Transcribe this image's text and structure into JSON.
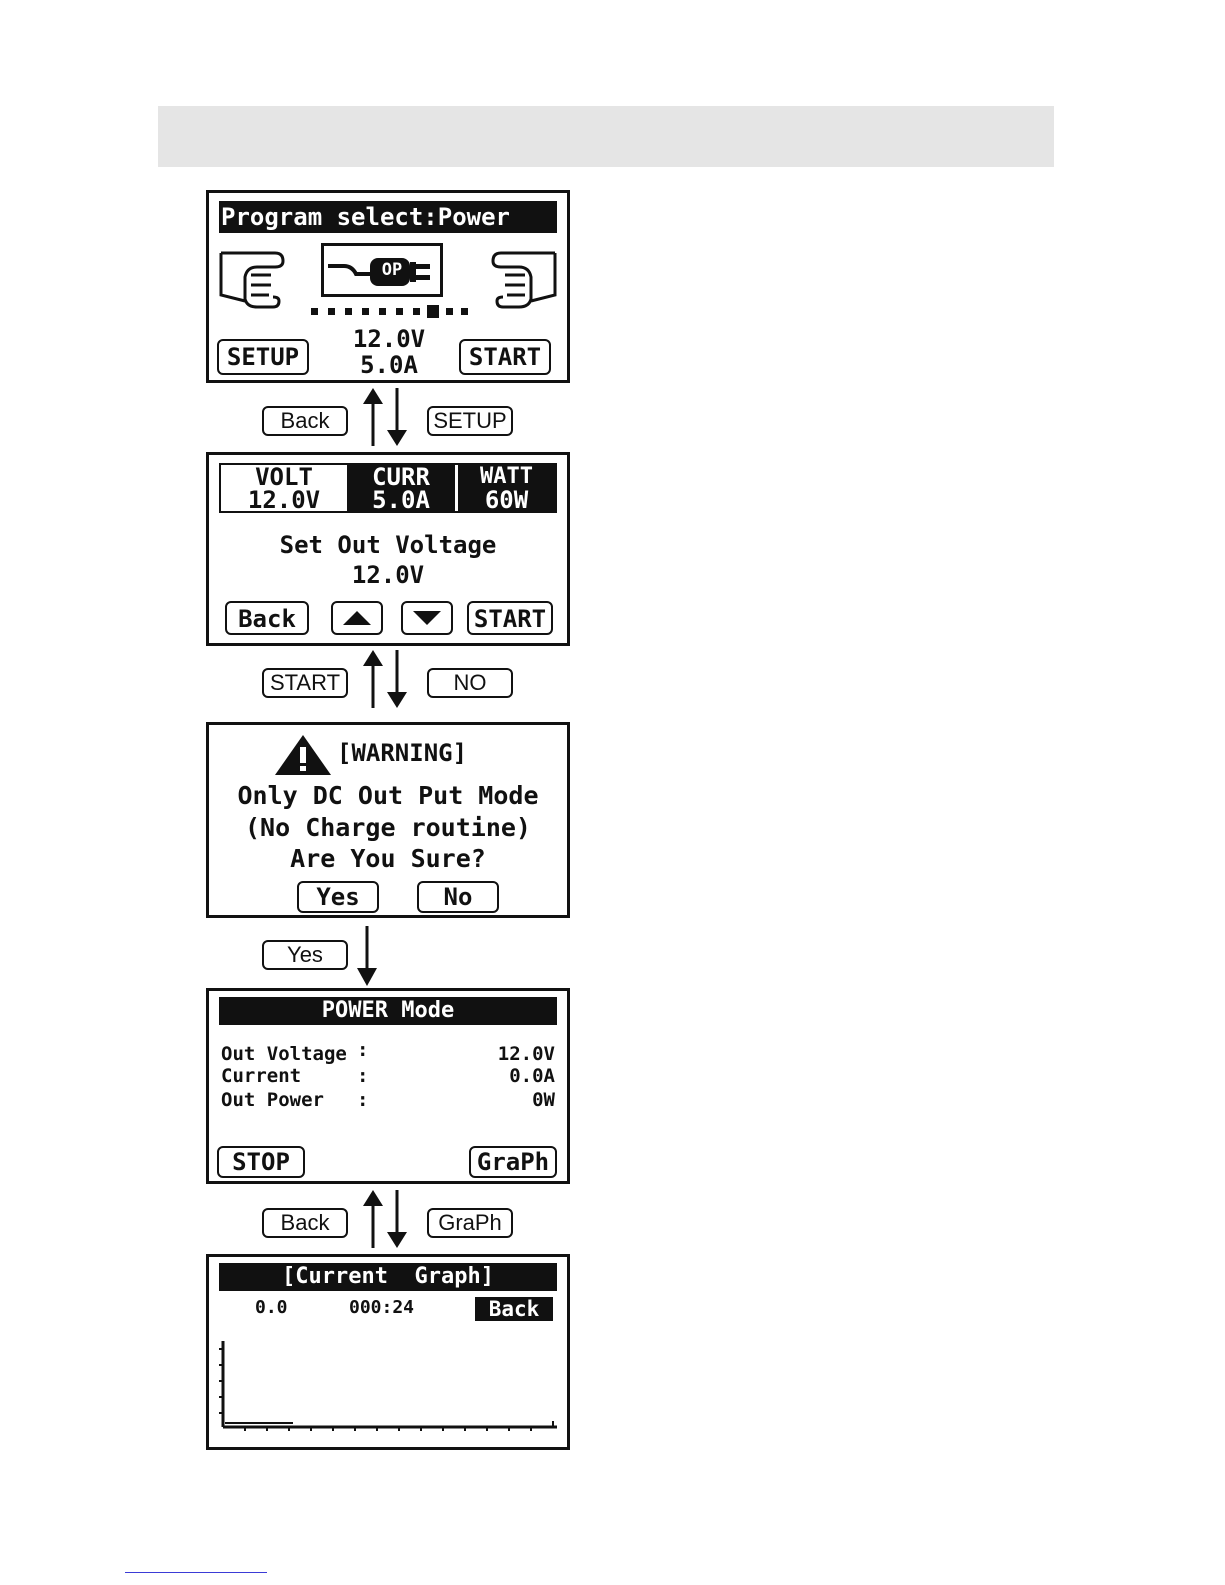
{
  "screen1": {
    "title": "Program select:Power",
    "plug_icon_label": "OP",
    "setup_btn": "SETUP",
    "start_btn": "START",
    "voltage": "12.0V",
    "current": "5.0A"
  },
  "flow1": {
    "left": "Back",
    "right": "SETUP"
  },
  "screen2": {
    "cols": [
      {
        "name": "VOLT",
        "value": "12.0V"
      },
      {
        "name": "CURR",
        "value": "5.0A"
      },
      {
        "name": "WATT",
        "value": "60W"
      }
    ],
    "prompt": "Set Out Voltage",
    "value": "12.0V",
    "back_btn": "Back",
    "start_btn": "START"
  },
  "flow2": {
    "left": "START",
    "right": "NO"
  },
  "screen3": {
    "warning": "[WARNING]",
    "line1": "Only DC Out Put Mode",
    "line2": "(No Charge routine)",
    "line3": "Are You Sure?",
    "yes_btn": "Yes",
    "no_btn": "No"
  },
  "flow3": {
    "left": "Yes"
  },
  "screen4": {
    "title": "POWER Mode",
    "rows": [
      {
        "label": "Out Voltage",
        "sep": ":",
        "value": "12.0V"
      },
      {
        "label": "Current",
        "sep": ":",
        "value": "0.0A"
      },
      {
        "label": "Out Power",
        "sep": ":",
        "value": "0W"
      }
    ],
    "stop_btn": "STOP",
    "graph_btn": "GraPh"
  },
  "flow4": {
    "left": "Back",
    "right": "GraPh"
  },
  "screen5": {
    "title": "[Current  Graph]",
    "reading": "0.0",
    "time": "000:24",
    "back_btn": "Back"
  }
}
